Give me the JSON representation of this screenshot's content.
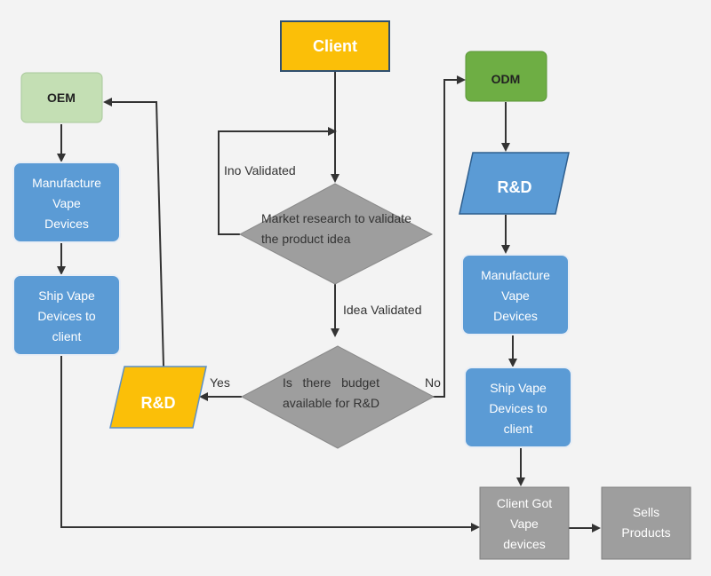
{
  "nodes": {
    "client": "Client",
    "oem": "OEM",
    "odm": "ODM",
    "market": [
      "Market research to validate",
      "the product idea"
    ],
    "budget": [
      "Is   there   budget",
      "available for R&D"
    ],
    "rd_left": "R&D",
    "rd_right": "R&D",
    "mfg_left": [
      "Manufacture",
      "Vape",
      "Devices"
    ],
    "ship_left": [
      "Ship Vape",
      "Devices to",
      "client"
    ],
    "mfg_right": [
      "Manufacture",
      "Vape",
      "Devices"
    ],
    "ship_right": [
      "Ship Vape",
      "Devices to",
      "client"
    ],
    "got": [
      "Client Got",
      "Vape",
      "devices"
    ],
    "sells": [
      "Sells",
      "Products"
    ]
  },
  "edge_labels": {
    "not_validated": "Ino Validated",
    "validated": "Idea Validated",
    "yes": "Yes",
    "no": "No"
  },
  "colors": {
    "yellow": "#fbbf08",
    "green_light": "#c4dfb4",
    "green_dark": "#6eae44",
    "blue": "#5b9bd5",
    "gray": "#9e9e9e",
    "line": "#333333"
  }
}
